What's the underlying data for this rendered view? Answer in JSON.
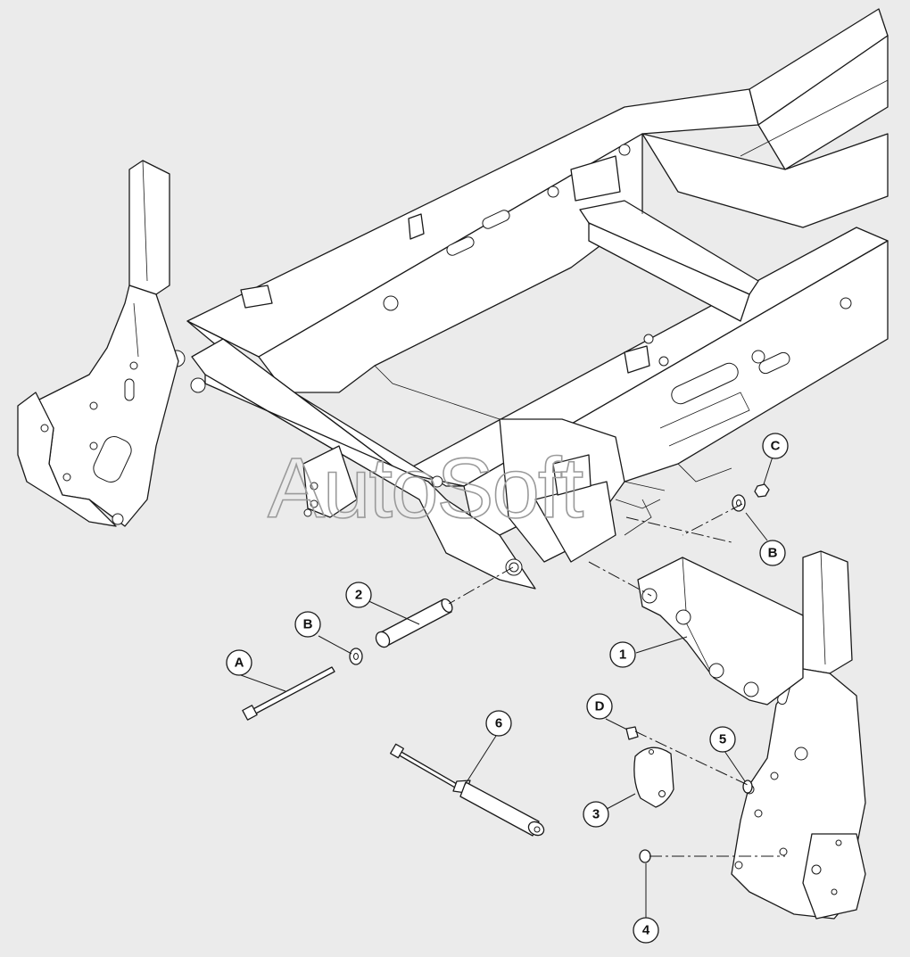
{
  "watermark": "AutoSoft",
  "callouts": {
    "c1": "1",
    "c2": "2",
    "c3": "3",
    "c4": "4",
    "c5": "5",
    "c6": "6",
    "cA": "A",
    "cB1": "B",
    "cB2": "B",
    "cC": "C",
    "cD": "D"
  }
}
